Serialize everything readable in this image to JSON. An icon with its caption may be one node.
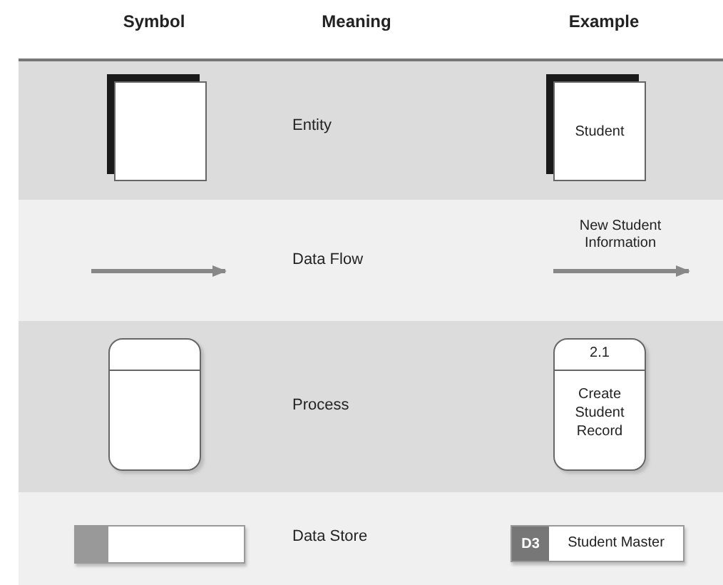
{
  "diagram": {
    "nodes": [
      {
        "text": [],
        "shape": "box"
      },
      {
        "text": [
          "Student"
        ]
      },
      {
        "text": [],
        "shape": "box"
      },
      {
        "text": [
          "2.1",
          "Create Student Record"
        ]
      },
      {
        "text": [],
        "shape": "box"
      },
      {
        "text": [
          "D3",
          "Student Master"
        ]
      }
    ],
    "labels": [
      "Symbol",
      "Meaning",
      "Example",
      "Entity",
      "Data Flow",
      "New Student Information",
      "Process",
      "Data Store"
    ]
  }
}
